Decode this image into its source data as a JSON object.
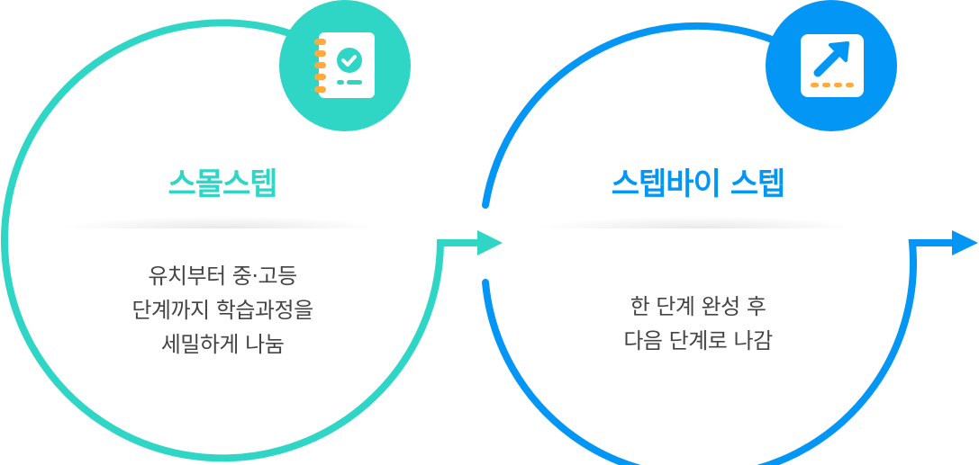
{
  "colors": {
    "teal": "#2fd5c5",
    "blue": "#0496f5",
    "orange": "#ffa93f",
    "text": "#444444"
  },
  "steps": [
    {
      "title": "스몰스텝",
      "icon": "notebook-check-icon",
      "lines": [
        "유치부터 중·고등",
        "단계까지 학습과정을",
        "세밀하게 나눔"
      ]
    },
    {
      "title": "스텝바이 스텝",
      "icon": "arrow-up-right-icon",
      "lines": [
        "한 단계 완성 후",
        "다음 단계로 나감"
      ]
    }
  ]
}
